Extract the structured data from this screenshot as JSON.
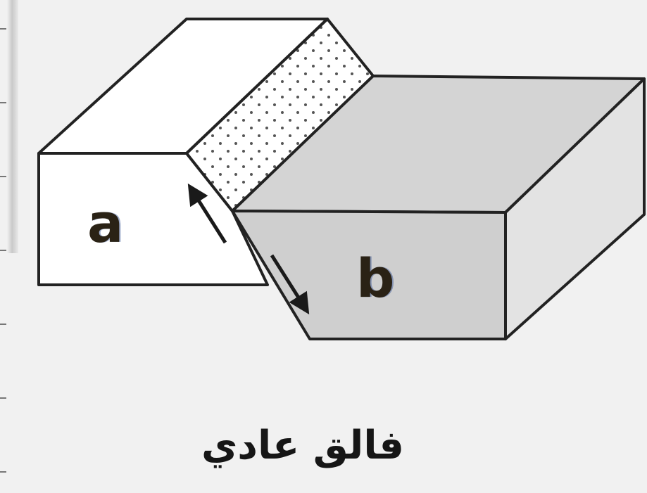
{
  "labels": {
    "block_a": "a",
    "block_b": "b"
  },
  "caption": "فالق عادي",
  "colors": {
    "background": "#f1f1f1",
    "stroke": "#222222",
    "face_white": "#ffffff",
    "face_gray": "#d4d4d4",
    "fault_plane_dots": "#555555"
  }
}
